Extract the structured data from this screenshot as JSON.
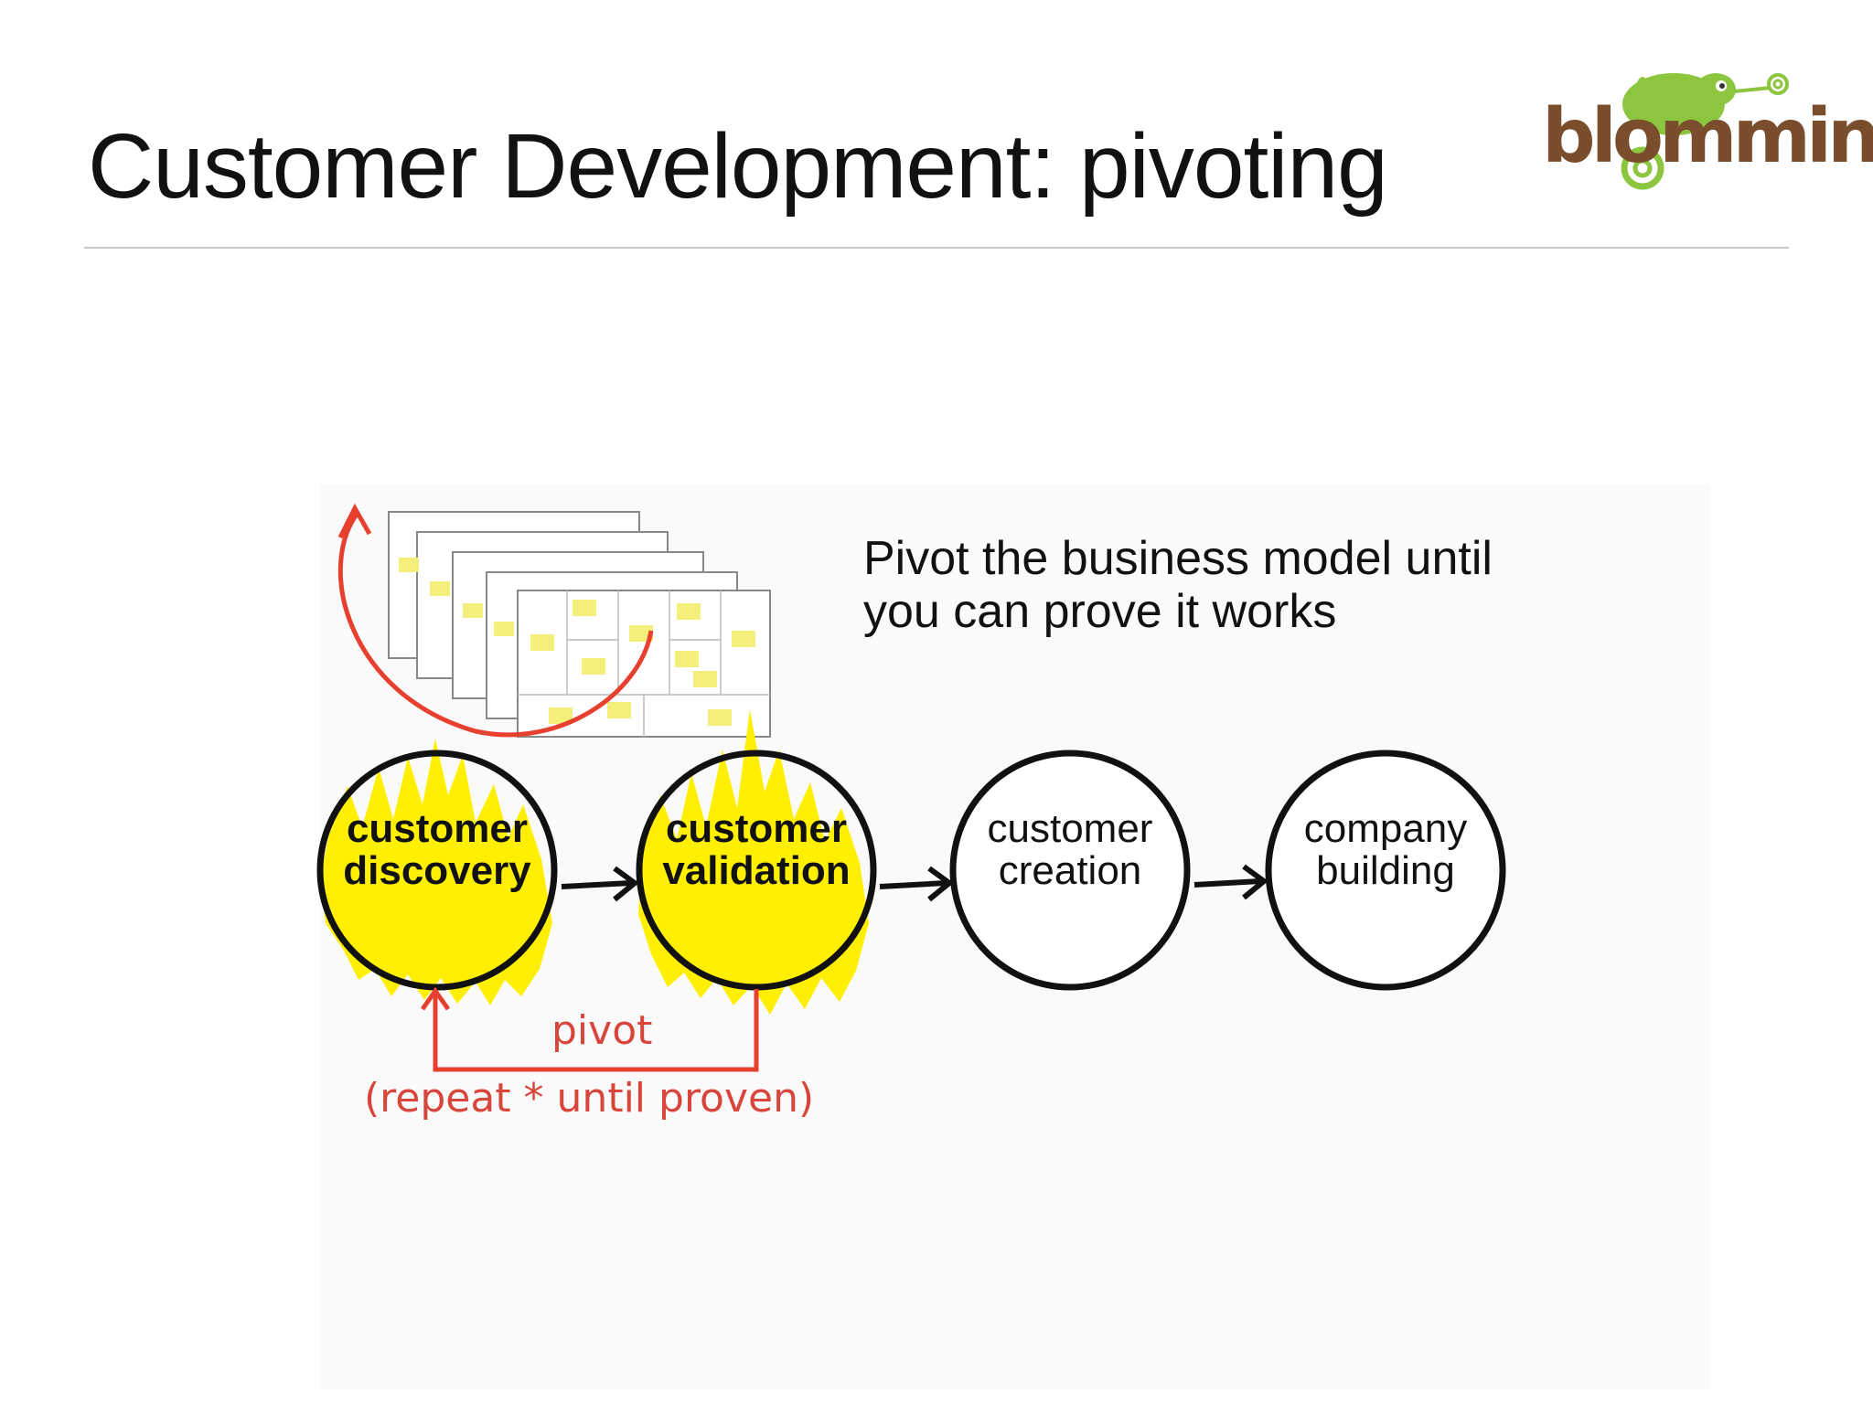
{
  "slide": {
    "title": "Customer Development: pivoting",
    "logo": {
      "text": "blomming",
      "color": "#7a4e2c",
      "mascot_color": "#8cc63f"
    }
  },
  "diagram": {
    "caption": {
      "line1": "Pivot the business model until",
      "line2": "you can prove it works"
    },
    "stages": [
      {
        "line1": "customer",
        "line2": "discovery",
        "highlighted": true
      },
      {
        "line1": "customer",
        "line2": "validation",
        "highlighted": true
      },
      {
        "line1": "customer",
        "line2": "creation",
        "highlighted": false
      },
      {
        "line1": "company",
        "line2": "building",
        "highlighted": false
      }
    ],
    "loop": {
      "label": "pivot",
      "sublabel": "(repeat * until proven)"
    },
    "colors": {
      "highlight": "#ffef00",
      "loop": "#e8402f",
      "ink": "#111111",
      "sticky_note": "#f4ee7a"
    }
  }
}
